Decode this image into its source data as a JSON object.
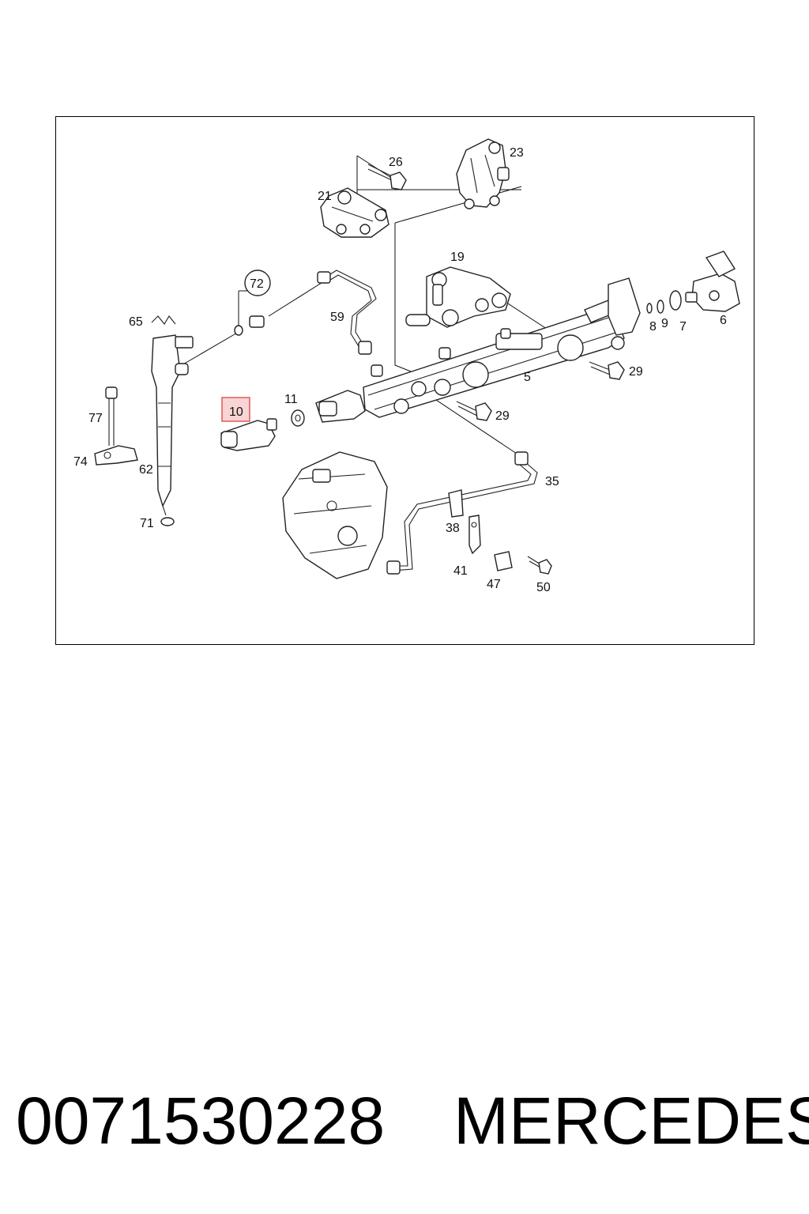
{
  "diagram": {
    "callouts": {
      "c5": "5",
      "c6": "6",
      "c7": "7",
      "c8": "8",
      "c9": "9",
      "c10": "10",
      "c11": "11",
      "c19": "19",
      "c21": "21",
      "c23": "23",
      "c26": "26",
      "c29a": "29",
      "c29b": "29",
      "c35": "35",
      "c38": "38",
      "c41": "41",
      "c47": "47",
      "c50": "50",
      "c59": "59",
      "c62": "62",
      "c65": "65",
      "c71": "71",
      "c72": "72",
      "c74": "74",
      "c77": "77"
    },
    "highlighted_callout": "10",
    "highlight_color": "#e05a5a",
    "highlight_fill": "#f8d4d4"
  },
  "footer": {
    "part_number": "0071530228",
    "brand": "MERCEDES"
  }
}
